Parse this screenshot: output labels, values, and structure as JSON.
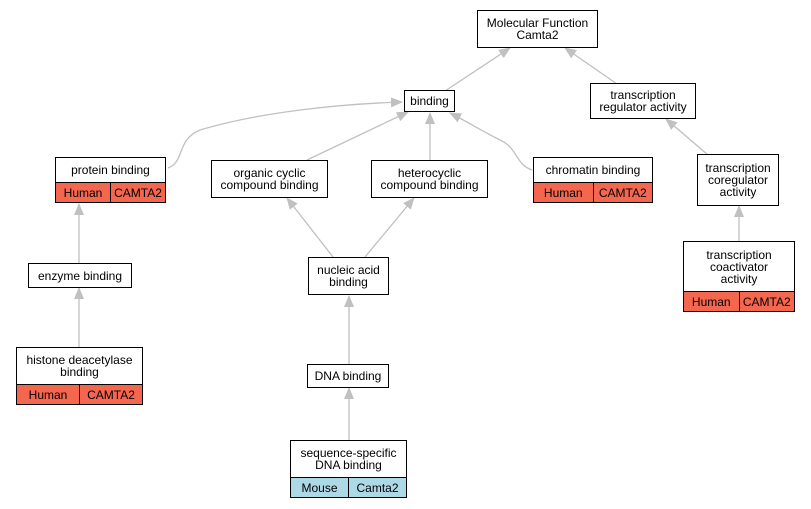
{
  "colors": {
    "human": "#f4664d",
    "mouse": "#add8e6",
    "edge": "#c0c0c0"
  },
  "nodes": {
    "mf": {
      "label": "Molecular Function\nCamta2"
    },
    "binding": {
      "label": "binding"
    },
    "trx_reg": {
      "label": "transcription\nregulator activity"
    },
    "protein_binding": {
      "label": "protein binding",
      "species": "Human",
      "gene": "CAMTA2"
    },
    "organic_cyclic": {
      "label": "organic cyclic\ncompound binding"
    },
    "heterocyclic": {
      "label": "heterocyclic\ncompound binding"
    },
    "chromatin": {
      "label": "chromatin binding",
      "species": "Human",
      "gene": "CAMTA2"
    },
    "trx_coreg": {
      "label": "transcription\ncoregulator\nactivity"
    },
    "enzyme": {
      "label": "enzyme binding"
    },
    "nucleic_acid": {
      "label": "nucleic acid\nbinding"
    },
    "trx_coact": {
      "label": "transcription\ncoactivator\nactivity",
      "species": "Human",
      "gene": "CAMTA2"
    },
    "histone": {
      "label": "histone deacetylase\nbinding",
      "species": "Human",
      "gene": "CAMTA2"
    },
    "dna": {
      "label": "DNA binding"
    },
    "seq_dna": {
      "label": "sequence-specific\nDNA binding",
      "species": "Mouse",
      "gene": "Camta2"
    }
  }
}
